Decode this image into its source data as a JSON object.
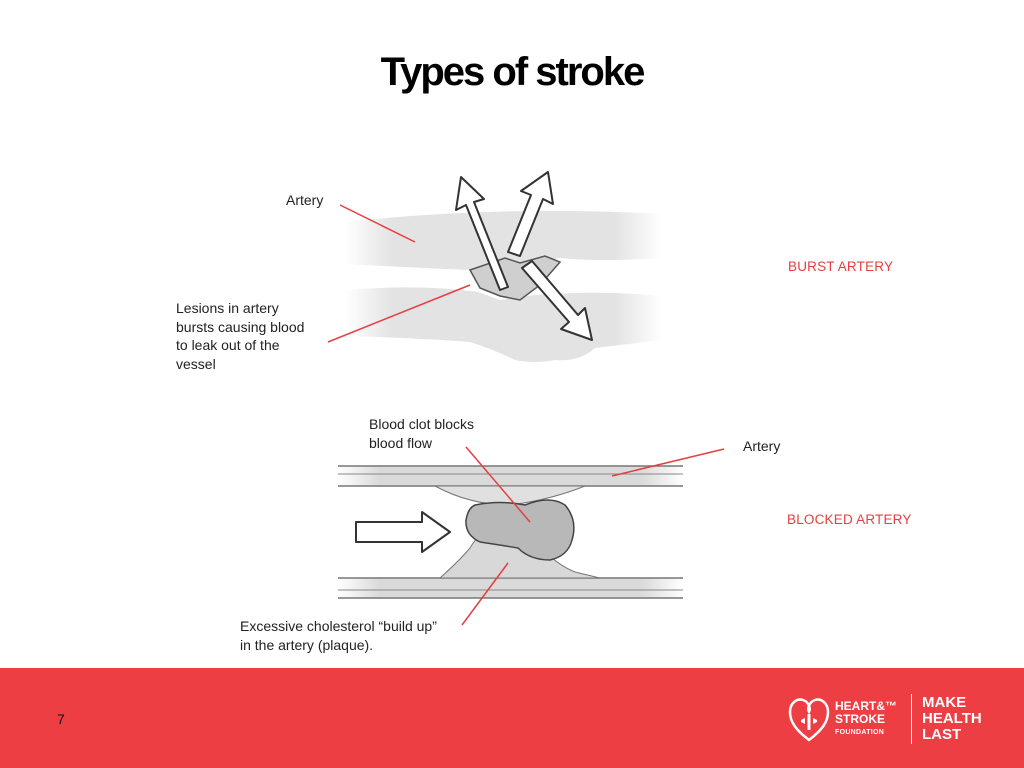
{
  "slide": {
    "title": "Types of stroke",
    "page_number": "7"
  },
  "burst": {
    "artery_label": "Artery",
    "lesion_lines": [
      "Lesions in artery",
      "bursts causing blood",
      "to leak out of the",
      "vessel"
    ],
    "caption": "BURST ARTERY"
  },
  "blocked": {
    "clot_lines": [
      "Blood clot blocks",
      "blood flow"
    ],
    "artery_label": "Artery",
    "cholesterol_lines": [
      "Excessive cholesterol “build up”",
      "in the artery (plaque)."
    ],
    "caption": "BLOCKED ARTERY"
  },
  "logo": {
    "heart_stroke": [
      "HEART&™",
      "STROKE"
    ],
    "foundation": "FOUNDATION",
    "make_health_last": [
      "MAKE",
      "HEALTH",
      "LAST"
    ]
  },
  "colors": {
    "footer_red": "#ec3e43",
    "accent_red": "#e53f40",
    "leader_line": "#e53f40"
  }
}
